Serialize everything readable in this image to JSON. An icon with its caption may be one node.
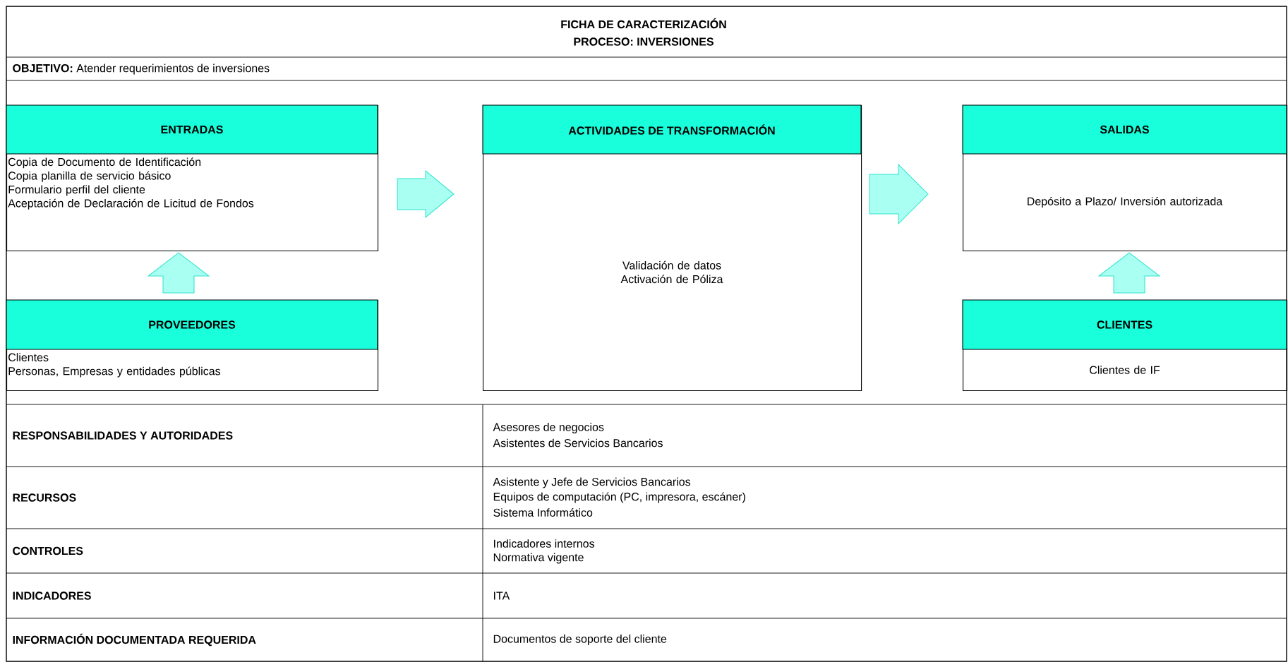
{
  "diagram": {
    "title": "FICHA DE CARACTERIZACIÓN",
    "nodes": [
      {
        "text": [
          "ENTRADAS",
          "Copia de Documento de Identificación",
          "Copia planilla de servicio básico",
          "Formulario perfil del cliente",
          "Aceptación de Declaración de Licitud de Fondos"
        ]
      },
      {
        "text": [
          "ACTIVIDADES DE TRANSFORMACIÓN",
          "Validación de datos",
          "Activación de Póliza"
        ]
      },
      {
        "text": [
          "SALIDAS",
          "Depósito a Plazo/ Inversión autorizada"
        ]
      },
      {
        "text": [
          "PROVEEDORES",
          "Clientes",
          "Personas, Empresas y entidades públicas"
        ]
      },
      {
        "text": [
          "CLIENTES",
          "Clientes de IF"
        ]
      }
    ],
    "edges": [
      {
        "from": 0,
        "to": 1,
        "arrow": "to"
      },
      {
        "from": 1,
        "to": 2,
        "arrow": "to"
      },
      {
        "from": 3,
        "to": 0,
        "arrow": "to"
      },
      {
        "from": 4,
        "to": 2,
        "arrow": "to"
      }
    ],
    "labels": [
      "PROCESO: INVERSIONES",
      "**OBJETIVO:** Atender requerimientos de inversiones",
      "RESPONSABILIDADES Y AUTORIDADES",
      "Asesores de negocios",
      "Asistentes de Servicios Bancarios",
      "RECURSOS",
      "Asistente y Jefe de Servicios Bancarios",
      "Equipos de computación (PC, impresora, escáner)",
      "Sistema Informático",
      "CONTROLES",
      "Indicadores internos",
      "Normativa vigente",
      "INDICADORES",
      "ITA",
      "INFORMACIÓN DOCUMENTADA REQUERIDA",
      "Documentos de soporte del cliente"
    ]
  }
}
